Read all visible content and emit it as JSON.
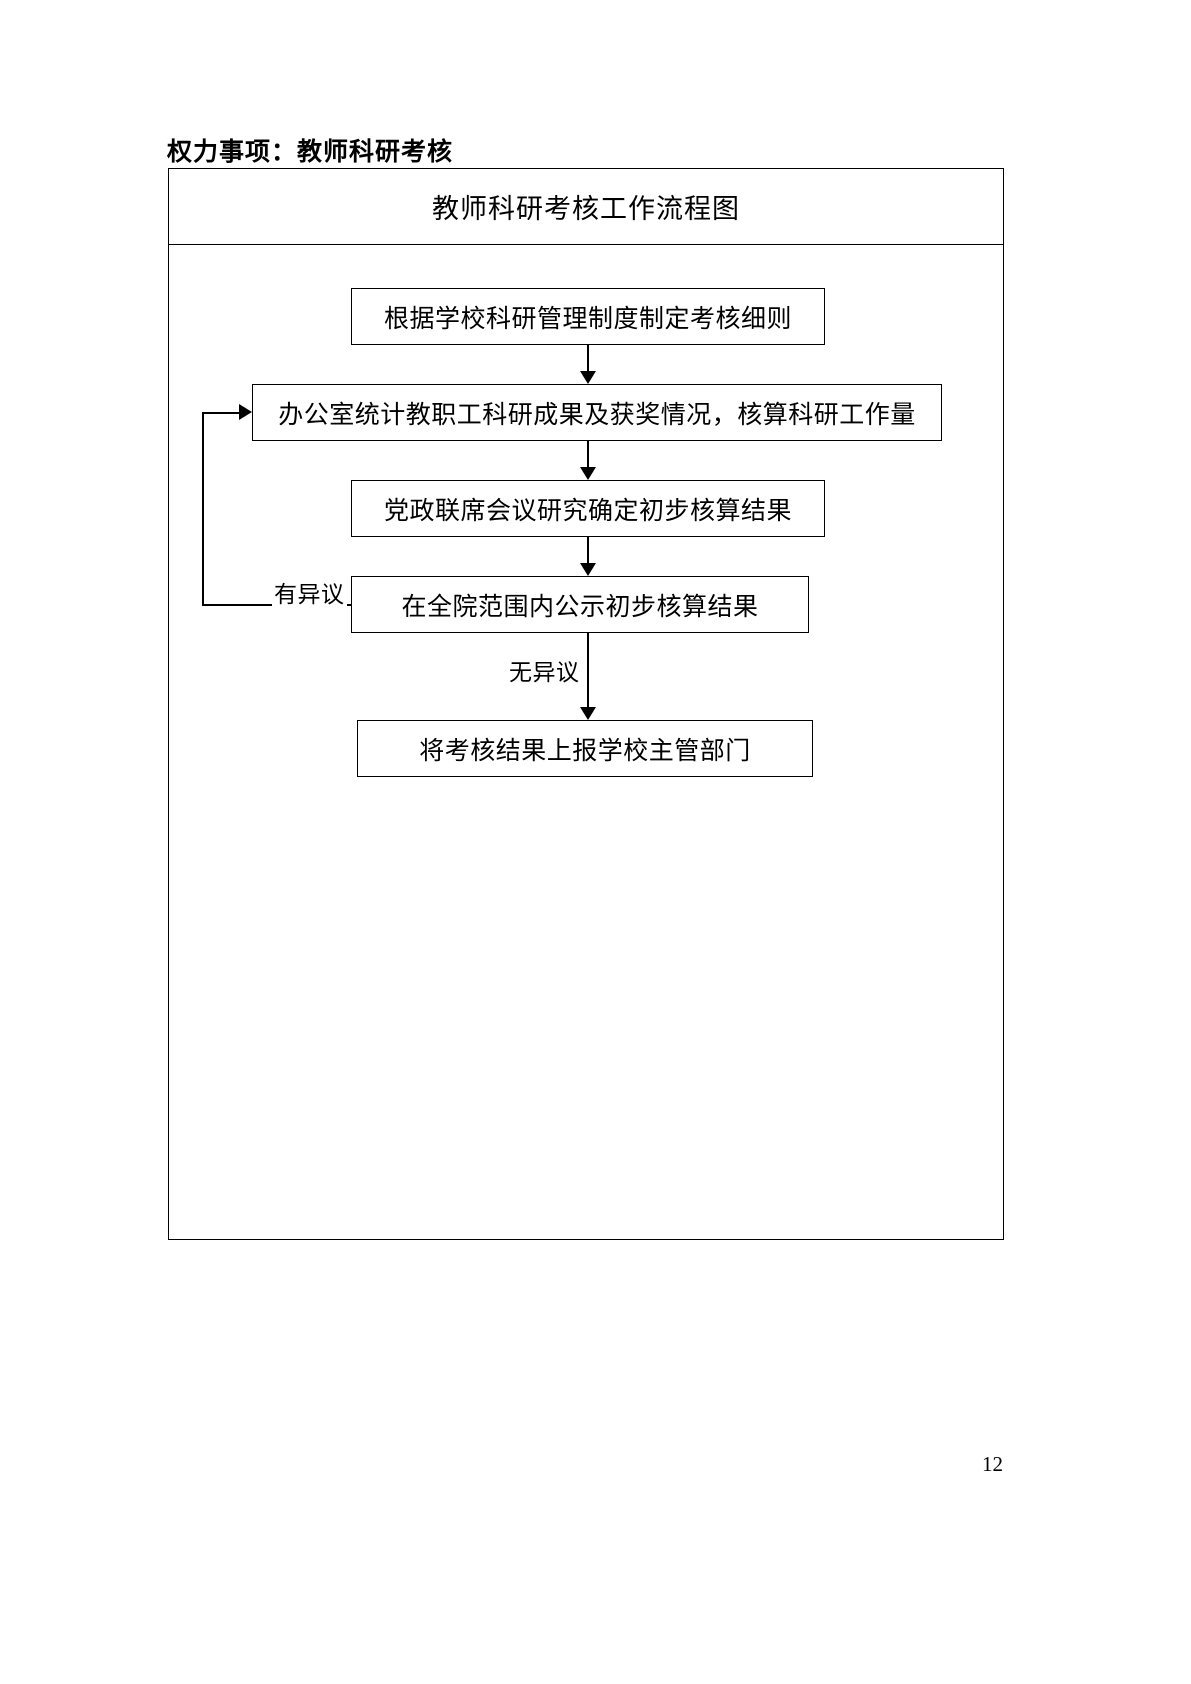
{
  "document": {
    "heading": "权力事项：教师科研考核",
    "page_number": "12"
  },
  "flowchart": {
    "title": "教师科研考核工作流程图",
    "type": "flowchart",
    "orientation": "top-to-bottom",
    "nodes": [
      {
        "id": "n1",
        "label": "根据学校科研管理制度制定考核细则",
        "shape": "rectangle"
      },
      {
        "id": "n2",
        "label": "办公室统计教职工科研成果及获奖情况，核算科研工作量",
        "shape": "rectangle"
      },
      {
        "id": "n3",
        "label": "党政联席会议研究确定初步核算结果",
        "shape": "rectangle"
      },
      {
        "id": "n4",
        "label": "在全院范围内公示初步核算结果",
        "shape": "rectangle"
      },
      {
        "id": "n5",
        "label": "将考核结果上报学校主管部门",
        "shape": "rectangle"
      }
    ],
    "edges": [
      {
        "from": "n1",
        "to": "n2",
        "label": ""
      },
      {
        "from": "n2",
        "to": "n3",
        "label": ""
      },
      {
        "from": "n3",
        "to": "n4",
        "label": ""
      },
      {
        "from": "n4",
        "to": "n5",
        "label": "无异议"
      },
      {
        "from": "n4",
        "to": "n2",
        "label": "有异议"
      }
    ],
    "edge_labels": {
      "objection": "有异议",
      "no_objection": "无异议"
    },
    "colors": {
      "stroke": "#000000",
      "fill": "#ffffff",
      "text": "#000000"
    }
  }
}
